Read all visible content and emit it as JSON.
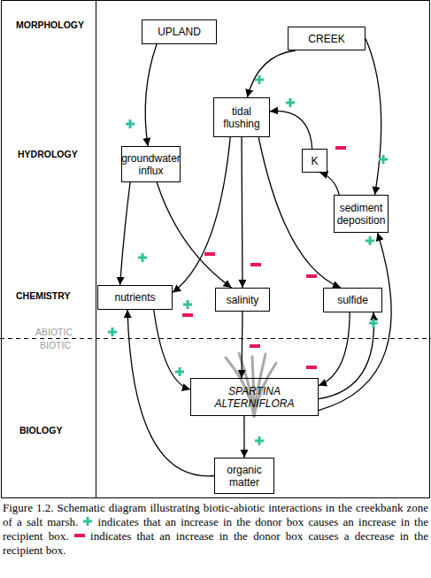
{
  "diagram": {
    "caption": "Figure 1.2. Schematic diagram illustrating biotic-abiotic interactions in the creekbank zone of a salt marsh.",
    "nodes": [
      {
        "text": [
          "UPLAND"
        ]
      },
      {
        "text": [
          "CREEK"
        ]
      },
      {
        "text": [
          "tidal flushing"
        ]
      },
      {
        "text": [
          "groundwater influx"
        ]
      },
      {
        "text": [
          "K"
        ]
      },
      {
        "text": [
          "sediment deposition"
        ]
      },
      {
        "text": [
          "nutrients"
        ]
      },
      {
        "text": [
          "salinity"
        ]
      },
      {
        "text": [
          "sulfide"
        ]
      },
      {
        "text": [
          "SPARTINA ALTERNIFLORA"
        ]
      },
      {
        "text": [
          "organic matter"
        ]
      }
    ],
    "edges": [
      {
        "from": 0,
        "to": 3,
        "arrow": "to"
      },
      {
        "from": 1,
        "to": 2,
        "arrow": "to"
      },
      {
        "from": 1,
        "to": 5,
        "arrow": "to"
      },
      {
        "from": 5,
        "to": 4,
        "arrow": "to"
      },
      {
        "from": 4,
        "to": 2,
        "arrow": "to"
      },
      {
        "from": 3,
        "to": 6,
        "arrow": "to"
      },
      {
        "from": 3,
        "to": 7,
        "arrow": "to"
      },
      {
        "from": 2,
        "to": 6,
        "arrow": "to"
      },
      {
        "from": 2,
        "to": 7,
        "arrow": "to"
      },
      {
        "from": 2,
        "to": 8,
        "arrow": "to"
      },
      {
        "from": 6,
        "to": 9,
        "arrow": "to"
      },
      {
        "from": 7,
        "to": 9,
        "arrow": "to"
      },
      {
        "from": 8,
        "to": 9,
        "arrow": "to"
      },
      {
        "from": 9,
        "to": 8,
        "arrow": "to"
      },
      {
        "from": 9,
        "to": 5,
        "arrow": "to"
      },
      {
        "from": 9,
        "to": 10,
        "arrow": "to"
      },
      {
        "from": 10,
        "to": 6,
        "arrow": "to"
      }
    ],
    "labels": [
      "MORPHOLOGY",
      "HYDROLOGY",
      "CHEMISTRY",
      "ABIOTIC",
      "BIOTIC",
      "BIOLOGY"
    ],
    "legend": [
      {
        "text": "indicates that an increase in the donor box causes an increase in the recipient box."
      },
      {
        "text": "indicates that an increase in the donor box causes a decrease in the recipient box."
      }
    ]
  }
}
